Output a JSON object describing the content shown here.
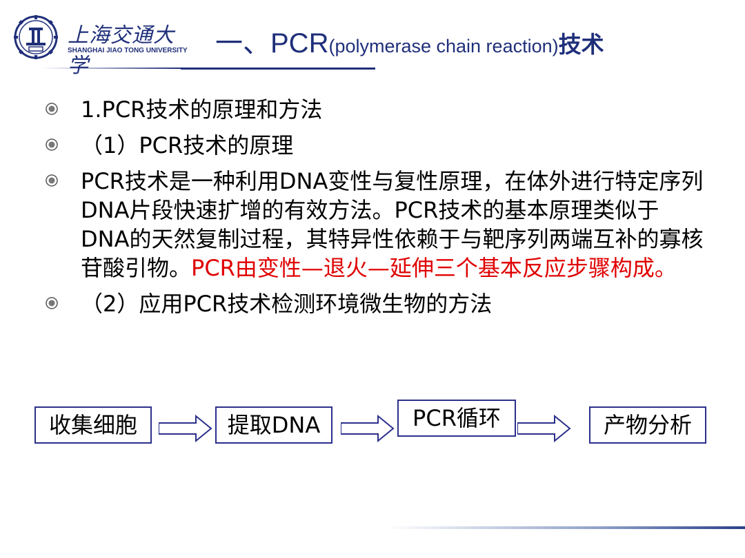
{
  "header": {
    "university_name_cn": "上海交通大学",
    "university_name_en": "SHANGHAI  JIAO TONG  UNIVERSITY",
    "title_main": "一、PCR",
    "title_paren": "(polymerase chain reaction)",
    "title_tail": "技术"
  },
  "bullets": [
    {
      "text": "1.PCR技术的原理和方法"
    },
    {
      "text": "（1）PCR技术的原理"
    },
    {
      "text": "PCR技术是一种利用DNA变性与复性原理，在体外进行特定序列DNA片段快速扩增的有效方法。PCR技术的基本原理类似于DNA的天然复制过程，其特异性依赖于与靶序列两端互补的寡核苷酸引物。",
      "highlight": "PCR由变性—退火—延伸三个基本反应步骤构成。"
    },
    {
      "text": "（2）应用PCR技术检测环境微生物的方法"
    }
  ],
  "flow": {
    "steps": [
      "收集细胞",
      "提取DNA",
      "PCR循环",
      "产物分析"
    ]
  },
  "colors": {
    "primary": "#1f2f7a",
    "highlight": "#e00000",
    "box_border": "#2b2f8a"
  }
}
